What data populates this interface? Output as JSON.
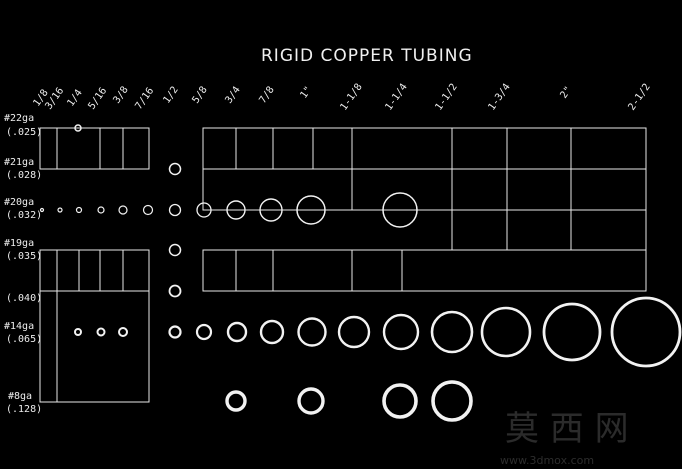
{
  "title": "RIGID COPPER TUBING",
  "sizes": [
    "1/8",
    "3/16",
    "1/4",
    "5/16",
    "3/8",
    "7/16",
    "1/2",
    "5/8",
    "3/4",
    "7/8",
    "1\"",
    "1-1/8",
    "1-1/4",
    "1-1/2",
    "1-3/4",
    "2\"",
    "2-1/2"
  ],
  "gauges": [
    {
      "code": "#22ga",
      "thickness": "(.025)"
    },
    {
      "code": "#21ga",
      "thickness": "(.028)"
    },
    {
      "code": "#20ga",
      "thickness": "(.032)"
    },
    {
      "code": "#19ga",
      "thickness": "(.035)"
    },
    {
      "code": "",
      "thickness": "(.040)"
    },
    {
      "code": "#14ga",
      "thickness": "(.065)"
    },
    {
      "code": "#8ga",
      "thickness": "(.128)"
    }
  ],
  "watermark": {
    "text": "莫 西 网",
    "url": "www.3dmox.com"
  },
  "colors": {
    "background": "#000000",
    "line": "#e8e8e8"
  }
}
